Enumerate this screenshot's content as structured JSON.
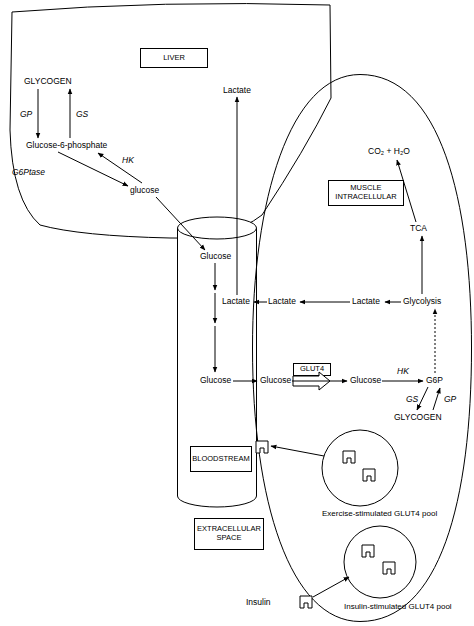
{
  "diagram": {
    "nodes": [
      {
        "text": [
          "Lactate",
          "GLYCOGEN",
          "GP",
          "GS",
          "Glucose-6-phosphate",
          "G6Ptase",
          "HK",
          "glucose"
        ]
      },
      {
        "text": [
          "LIVER"
        ],
        "in": 0
      },
      {
        "text": [
          "Glucose",
          "Lactate",
          "Glucose"
        ]
      },
      {
        "text": [
          "BLOODSTREAM"
        ],
        "in": 2
      },
      {
        "text": [
          "CO₂ + H₂O",
          "TCA",
          "Lactate",
          "Glycolysis",
          "Glucose",
          "HK",
          "G6P",
          "GS",
          "GP",
          "GLYCOGEN"
        ]
      },
      {
        "text": [
          "MUSCLE INTRACELLULAR"
        ],
        "in": 4
      },
      {
        "text": [
          "Exercise-stimulated GLUT4 pool"
        ],
        "in": 4
      },
      {
        "text": [
          "Insulin-stimulated GLUT4 pool"
        ],
        "in": 4
      },
      {
        "text": [
          "GLUT4"
        ]
      },
      {
        "text": [
          "EXTRACELLULAR SPACE"
        ]
      }
    ],
    "labels": [
      "Lactate",
      "Glucose",
      "Insulin"
    ]
  }
}
